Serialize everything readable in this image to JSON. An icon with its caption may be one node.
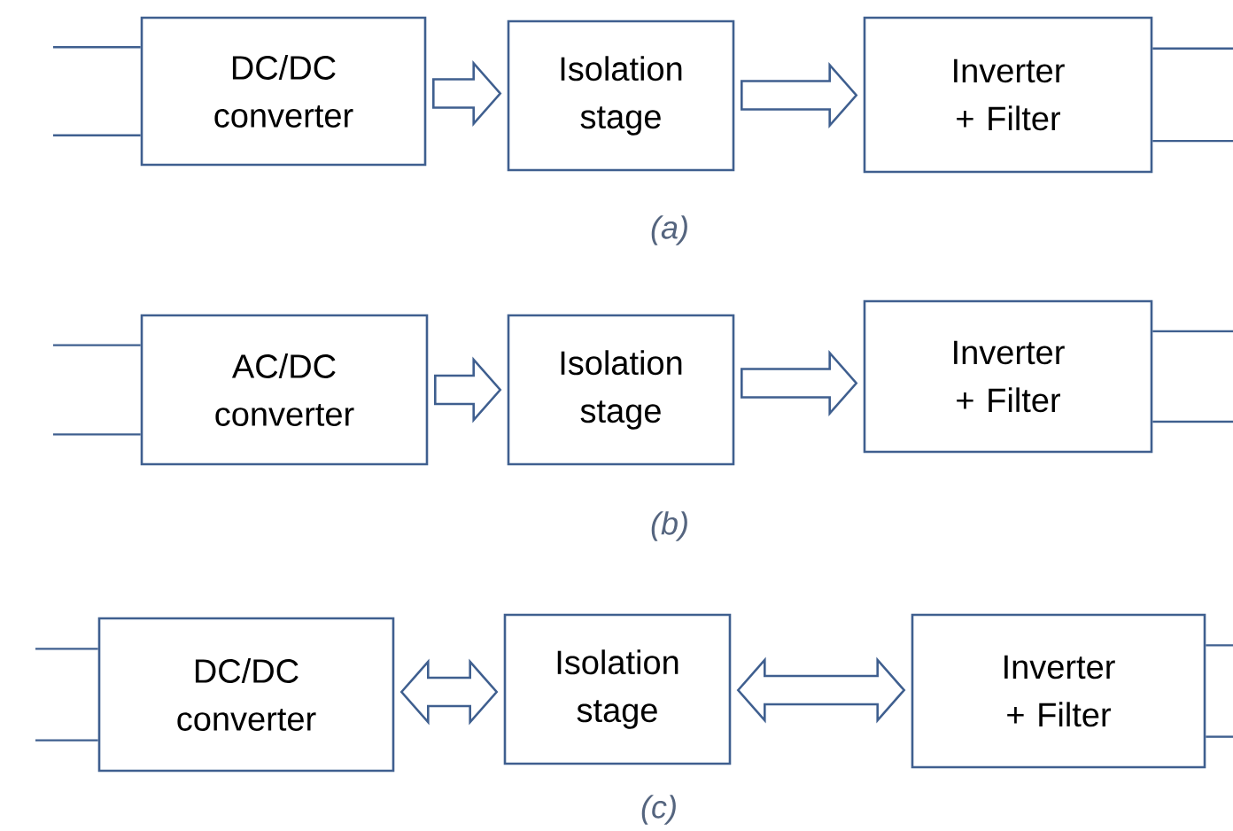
{
  "diagram": {
    "nodes": [
      {
        "text": [
          "DC/DC converter"
        ]
      },
      {
        "text": [
          "Isolation stage"
        ]
      },
      {
        "text": [
          "Inverter + Filter"
        ]
      },
      {
        "text": [
          "AC/DC converter"
        ]
      },
      {
        "text": [
          "Isolation stage"
        ]
      },
      {
        "text": [
          "Inverter + Filter"
        ]
      },
      {
        "text": [
          "DC/DC converter"
        ]
      },
      {
        "text": [
          "Isolation stage"
        ]
      },
      {
        "text": [
          "Inverter + Filter"
        ]
      }
    ],
    "edges": [
      {
        "from": null,
        "to": 0,
        "arrow": "none"
      },
      {
        "from": null,
        "to": 0,
        "arrow": "none"
      },
      {
        "from": 0,
        "to": 1,
        "arrow": "to"
      },
      {
        "from": 1,
        "to": 2,
        "arrow": "to"
      },
      {
        "from": 2,
        "to": null,
        "arrow": "none"
      },
      {
        "from": 2,
        "to": null,
        "arrow": "none"
      },
      {
        "from": null,
        "to": 3,
        "arrow": "none"
      },
      {
        "from": null,
        "to": 3,
        "arrow": "none"
      },
      {
        "from": 3,
        "to": 4,
        "arrow": "to"
      },
      {
        "from": 4,
        "to": 5,
        "arrow": "to"
      },
      {
        "from": 5,
        "to": null,
        "arrow": "none"
      },
      {
        "from": 5,
        "to": null,
        "arrow": "none"
      },
      {
        "from": null,
        "to": 6,
        "arrow": "none"
      },
      {
        "from": null,
        "to": 6,
        "arrow": "none"
      },
      {
        "from": 6,
        "to": 7,
        "arrow": "both"
      },
      {
        "from": 7,
        "to": 8,
        "arrow": "both"
      },
      {
        "from": 8,
        "to": null,
        "arrow": "none"
      },
      {
        "from": 8,
        "to": null,
        "arrow": "none"
      }
    ],
    "labels": [
      "(a)",
      "(b)",
      "(c)"
    ]
  }
}
